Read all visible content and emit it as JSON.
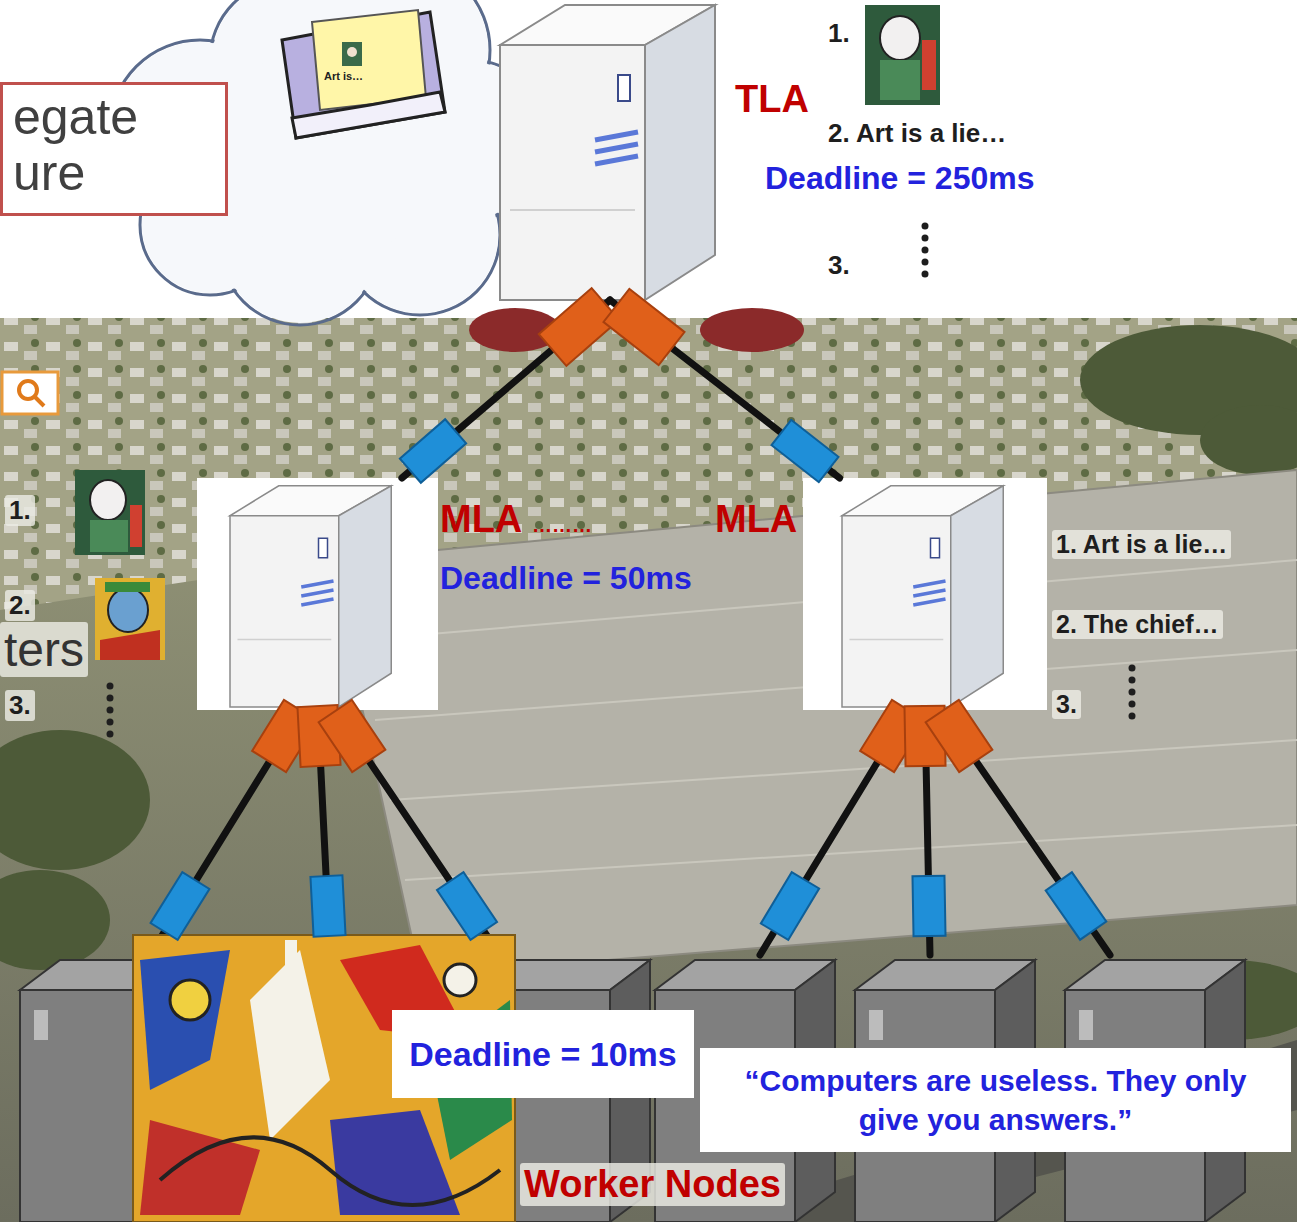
{
  "diagram": {
    "nodes": [
      {
        "text": [
          "egate ure"
        ]
      },
      {
        "text": [
          "TLA"
        ]
      },
      {
        "text": [
          "MLA"
        ]
      },
      {
        "text": [
          "MLA"
        ]
      },
      {
        "text": [
          "Deadline = 10ms"
        ]
      },
      {
        "text": [
          "“Computers are useless. They only give you answers.”"
        ]
      }
    ],
    "edges": [
      {
        "from": 1,
        "to": 2,
        "arrow": "none"
      },
      {
        "from": 1,
        "to": 3,
        "arrow": "none"
      }
    ],
    "labels": [
      "ters",
      "Art is…",
      "1.",
      "2. Art is a lie…",
      "Deadline = 250ms",
      "3.",
      "1.",
      "2.",
      "3.",
      "………",
      "Deadline = 50ms",
      "1. Art is a lie…",
      "2. The chief…",
      "3.",
      "Worker Nodes"
    ]
  }
}
